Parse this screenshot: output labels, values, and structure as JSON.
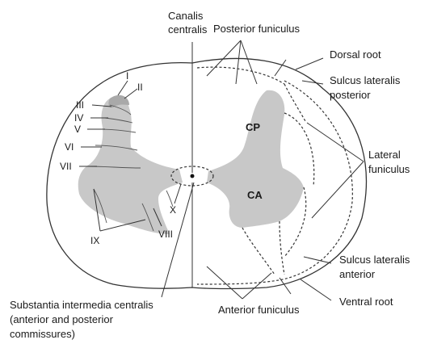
{
  "labels": {
    "canalis_line1": "Canalis",
    "canalis_line2": "centralis",
    "posterior_funiculus": "Posterior funiculus",
    "dorsal_root": "Dorsal root",
    "sulcus_post_line1": "Sulcus lateralis",
    "sulcus_post_line2": "posterior",
    "lateral_line1": "Lateral",
    "lateral_line2": "funiculus",
    "sulcus_ant_line1": "Sulcus lateralis",
    "sulcus_ant_line2": "anterior",
    "ventral_root": "Ventral root",
    "anterior_funiculus": "Anterior funiculus",
    "substantia_line1": "Substantia intermedia centralis",
    "substantia_line2": "(anterior and posterior",
    "substantia_line3": "commissures)",
    "cp": "CP",
    "ca": "CA"
  },
  "laminae": {
    "I": "I",
    "II": "II",
    "III": "III",
    "IV": "IV",
    "V": "V",
    "VI": "VI",
    "VII": "VII",
    "VIII": "VIII",
    "IX": "IX",
    "X": "X"
  },
  "colors": {
    "grey_matter": "#c8c8c8",
    "outline": "#333333"
  }
}
